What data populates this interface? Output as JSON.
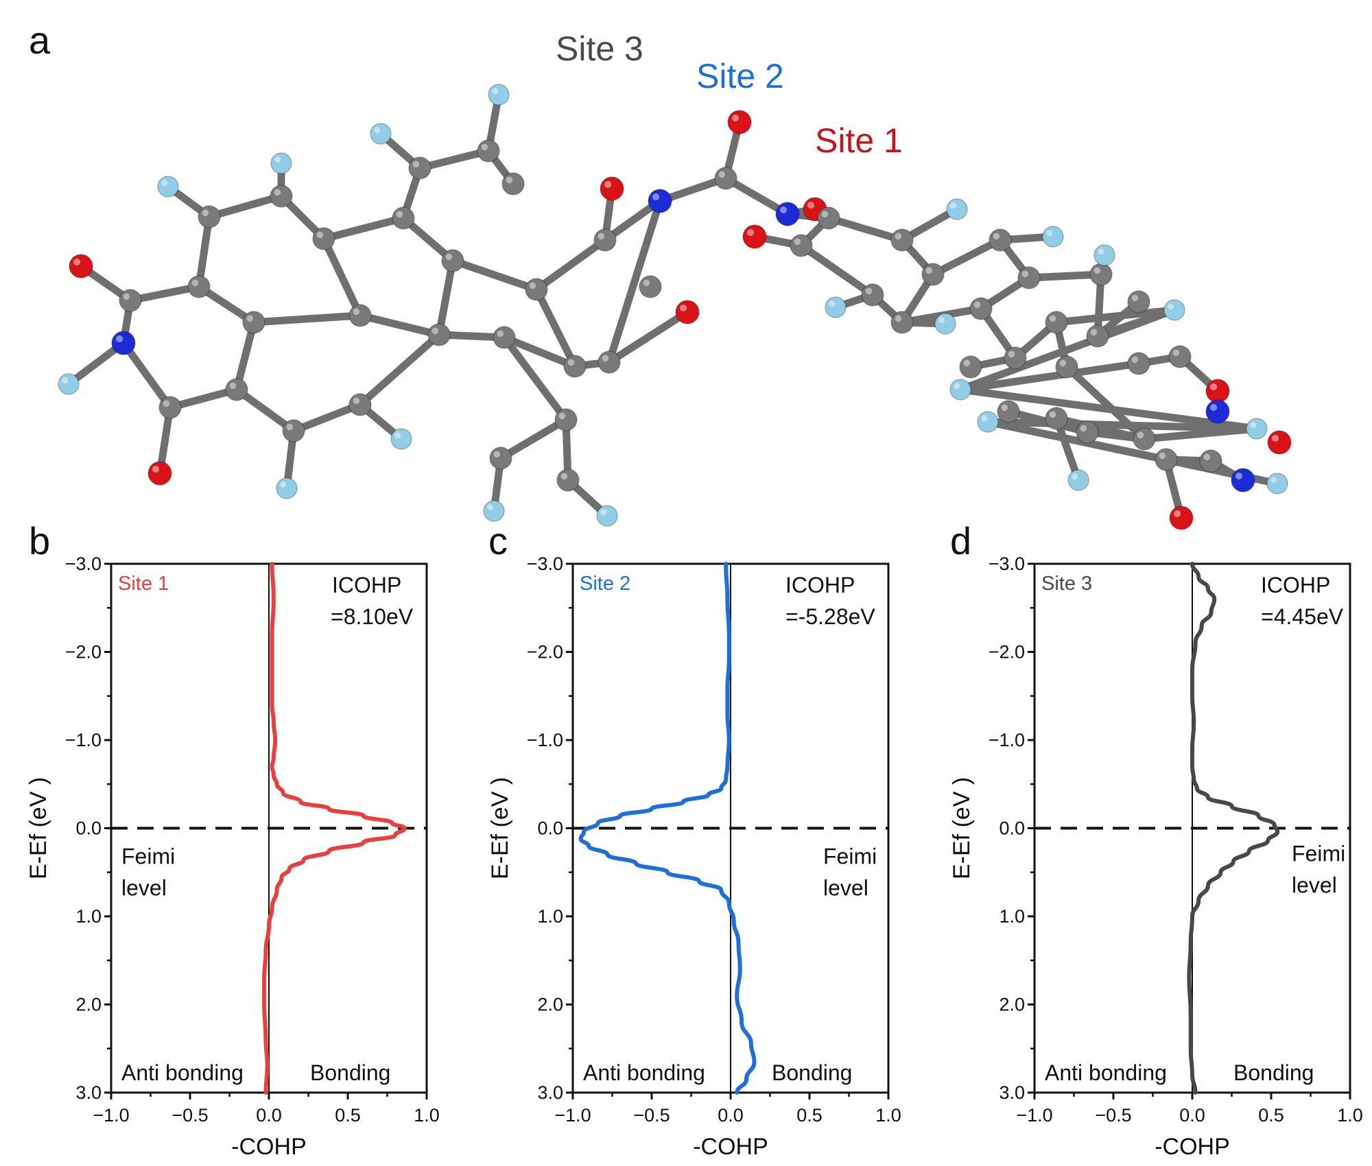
{
  "panels": {
    "a": "a",
    "b": "b",
    "c": "c",
    "d": "d"
  },
  "structure": {
    "labels": [
      {
        "text": "Site 3",
        "color": "#4a4a4a"
      },
      {
        "text": "Site 2",
        "color": "#1f6fd8"
      },
      {
        "text": "Site 1",
        "color": "#c0161c"
      }
    ],
    "atom_colors": {
      "carbon": "#7a7a7a",
      "hydrogen": "#92cde8",
      "oxygen": "#d81418",
      "nitrogen": "#1d2bd6"
    }
  },
  "chart_data": [
    {
      "type": "line",
      "panel": "b",
      "site_label": "Site 1",
      "color": "#e8403f",
      "xlabel": "-COHP",
      "ylabel": "E-Ef  (eV )",
      "xlim": [
        -1.0,
        1.0
      ],
      "ylim": [
        -3.0,
        3.0
      ],
      "y_inverted": true,
      "xticks": [
        "−1.0",
        "−0.5",
        "0.0",
        "0.5",
        "1.0"
      ],
      "yticks": [
        "−3.0",
        "−2.0",
        "−1.0",
        "0.0",
        "1.0",
        "2.0",
        "3.0"
      ],
      "icohp": [
        "ICOHP",
        "=8.10eV"
      ],
      "fermi_label": [
        "Feimi",
        "level"
      ],
      "region_labels": [
        "Anti bonding",
        "Bonding"
      ],
      "series": [
        {
          "x": [
            0.02,
            0.03,
            0.02,
            0.02,
            0.02,
            0.03,
            0.04,
            0.03,
            0.02,
            0.03,
            0.05,
            0.09,
            0.2,
            0.38,
            0.6,
            0.78,
            0.86,
            0.8,
            0.6,
            0.38,
            0.22,
            0.13,
            0.08,
            0.05,
            0.02,
            0.0,
            -0.02,
            -0.03,
            -0.03,
            -0.02,
            -0.01,
            -0.02
          ],
          "y": [
            -3.0,
            -2.6,
            -2.2,
            -1.8,
            -1.4,
            -1.2,
            -1.0,
            -0.8,
            -0.7,
            -0.6,
            -0.5,
            -0.4,
            -0.3,
            -0.22,
            -0.14,
            -0.06,
            0.0,
            0.08,
            0.16,
            0.26,
            0.36,
            0.46,
            0.56,
            0.7,
            0.9,
            1.1,
            1.4,
            1.7,
            2.0,
            2.4,
            2.7,
            3.0
          ]
        }
      ]
    },
    {
      "type": "line",
      "panel": "c",
      "site_label": "Site 2",
      "color": "#1f6fd8",
      "xlabel": "-COHP",
      "ylabel": "E-Ef  (eV )",
      "xlim": [
        -1.0,
        1.0
      ],
      "ylim": [
        -3.0,
        3.0
      ],
      "y_inverted": true,
      "xticks": [
        "−1.0",
        "−0.5",
        "0.0",
        "0.5",
        "1.0"
      ],
      "yticks": [
        "−3.0",
        "−2.0",
        "−1.0",
        "0.0",
        "1.0",
        "2.0",
        "3.0"
      ],
      "icohp": [
        "ICOHP",
        "=-5.28eV"
      ],
      "fermi_label": [
        "Feimi",
        "level"
      ],
      "region_labels": [
        "Anti bonding",
        "Bonding"
      ],
      "series": [
        {
          "x": [
            -0.03,
            -0.02,
            -0.01,
            -0.01,
            -0.02,
            -0.02,
            -0.01,
            -0.02,
            -0.03,
            -0.06,
            -0.14,
            -0.3,
            -0.5,
            -0.7,
            -0.84,
            -0.93,
            -0.95,
            -0.9,
            -0.78,
            -0.6,
            -0.4,
            -0.2,
            -0.06,
            -0.01,
            0.02,
            0.05,
            0.06,
            0.04,
            0.07,
            0.13,
            0.15,
            0.1,
            0.04
          ],
          "y": [
            -3.0,
            -2.6,
            -2.2,
            -1.9,
            -1.6,
            -1.3,
            -1.0,
            -0.7,
            -0.55,
            -0.45,
            -0.38,
            -0.3,
            -0.22,
            -0.14,
            -0.06,
            0.04,
            0.12,
            0.2,
            0.3,
            0.4,
            0.5,
            0.6,
            0.7,
            0.85,
            1.05,
            1.3,
            1.6,
            1.9,
            2.2,
            2.45,
            2.65,
            2.85,
            3.0
          ]
        }
      ]
    },
    {
      "type": "line",
      "panel": "d",
      "site_label": "Site 3",
      "color": "#484848",
      "xlabel": "-COHP",
      "ylabel": "E-Ef  (eV )",
      "xlim": [
        -1.0,
        1.0
      ],
      "ylim": [
        -3.0,
        3.0
      ],
      "y_inverted": true,
      "xticks": [
        "−1.0",
        "−0.5",
        "0.0",
        "0.5",
        "1.0"
      ],
      "yticks": [
        "−3.0",
        "−2.0",
        "−1.0",
        "0.0",
        "1.0",
        "2.0",
        "3.0"
      ],
      "icohp": [
        "ICOHP",
        "=4.45eV"
      ],
      "fermi_label": [
        "Feimi",
        "level"
      ],
      "region_labels": [
        "Anti bonding",
        "Bonding"
      ],
      "series": [
        {
          "x": [
            0.0,
            0.04,
            0.1,
            0.14,
            0.12,
            0.06,
            0.02,
            0.0,
            0.0,
            0.01,
            0.0,
            0.0,
            0.01,
            0.03,
            0.1,
            0.25,
            0.42,
            0.52,
            0.54,
            0.48,
            0.36,
            0.26,
            0.18,
            0.1,
            0.04,
            0.0,
            -0.01,
            -0.02,
            -0.01,
            -0.01,
            0.0,
            0.02
          ],
          "y": [
            -3.0,
            -2.85,
            -2.72,
            -2.6,
            -2.45,
            -2.3,
            -2.1,
            -1.8,
            -1.5,
            -1.2,
            -0.9,
            -0.7,
            -0.55,
            -0.45,
            -0.35,
            -0.25,
            -0.14,
            -0.04,
            0.04,
            0.14,
            0.26,
            0.38,
            0.5,
            0.65,
            0.82,
            1.0,
            1.3,
            1.7,
            2.1,
            2.5,
            2.8,
            3.0
          ]
        }
      ]
    }
  ]
}
